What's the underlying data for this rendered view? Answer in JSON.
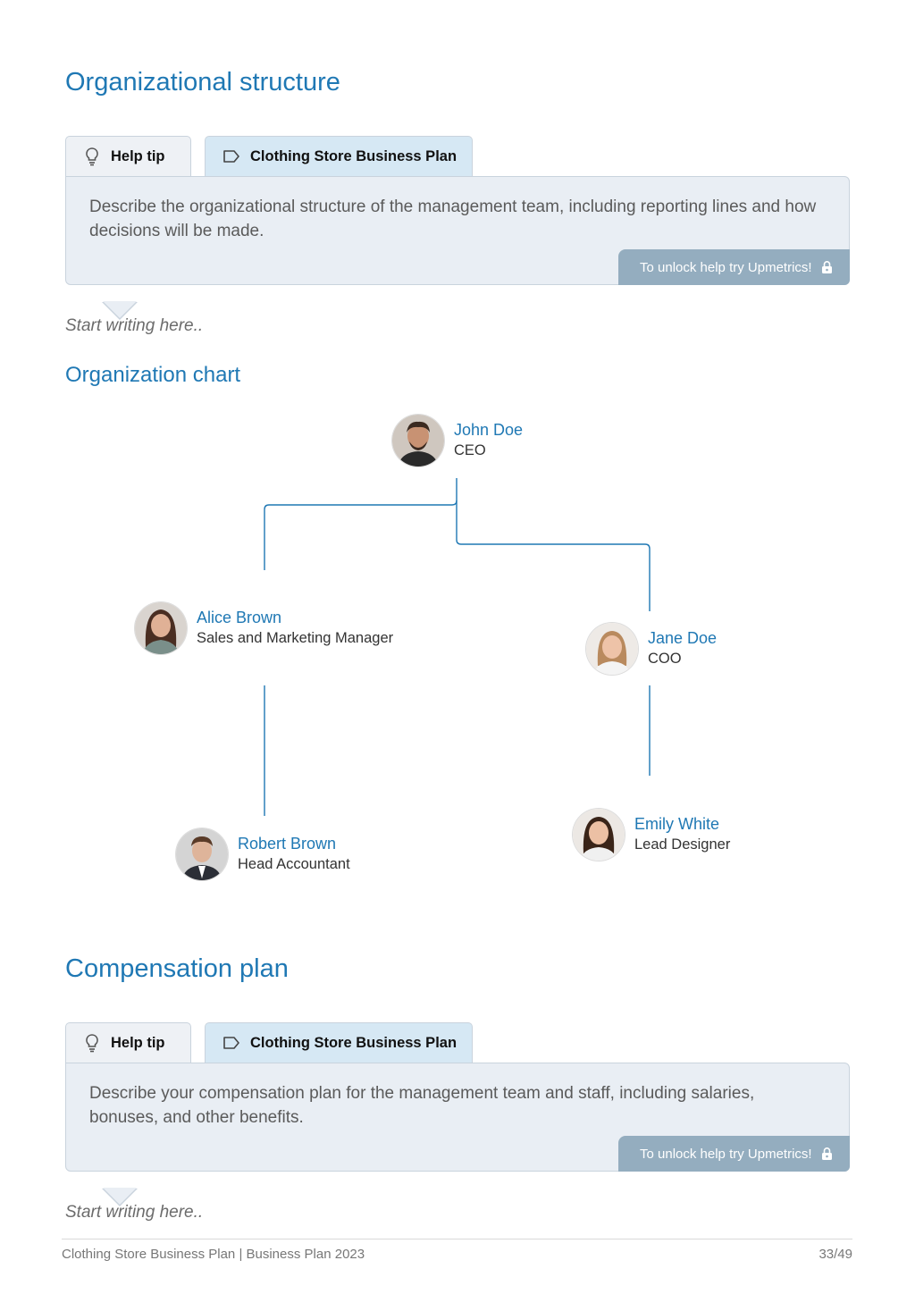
{
  "section1": {
    "title": "Organizational structure",
    "help_tab": "Help tip",
    "plan_tab": "Clothing Store Business Plan",
    "help_text": "Describe the organizational structure of the management team, including reporting lines and how decisions will be made.",
    "unlock": "To unlock help try Upmetrics!",
    "placeholder": "Start writing here.."
  },
  "org_chart": {
    "title": "Organization chart",
    "people": [
      {
        "name": "John Doe",
        "role": "CEO"
      },
      {
        "name": "Alice Brown",
        "role": "Sales and Marketing Manager"
      },
      {
        "name": "Jane Doe",
        "role": "COO"
      },
      {
        "name": "Robert Brown",
        "role": "Head Accountant"
      },
      {
        "name": "Emily White",
        "role": "Lead Designer"
      }
    ],
    "line_color": "#1f78b4"
  },
  "section2": {
    "title": "Compensation plan",
    "help_tab": "Help tip",
    "plan_tab": "Clothing Store Business Plan",
    "help_text": "Describe your compensation plan for the management team and staff, including salaries, bonuses, and other benefits.",
    "unlock": "To unlock help try Upmetrics!",
    "placeholder": "Start writing here.."
  },
  "footer": {
    "left": "Clothing Store Business Plan | Business Plan 2023",
    "right": "33/49"
  },
  "colors": {
    "heading": "#1f78b4",
    "panel": "#e9eef4",
    "tab_active": "#d6e8f4",
    "unlock_bg": "#94adbf"
  }
}
